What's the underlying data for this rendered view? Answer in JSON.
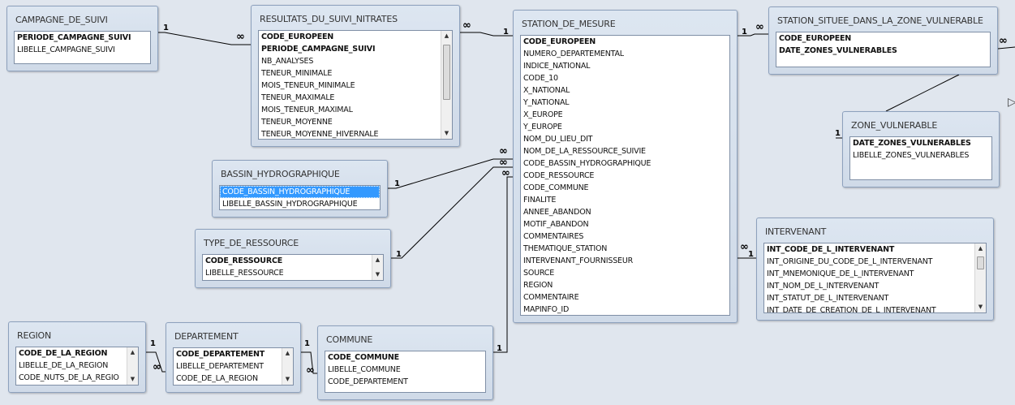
{
  "tables": {
    "campagne": {
      "title": "CAMPAGNE_DE_SUIVI",
      "fields": [
        {
          "name": "PERIODE_CAMPAGNE_SUIVI",
          "pk": true
        },
        {
          "name": "LIBELLE_CAMPAGNE_SUIVI",
          "pk": false
        }
      ]
    },
    "resultats": {
      "title": "RESULTATS_DU_SUIVI_NITRATES",
      "fields": [
        {
          "name": "CODE_EUROPEEN",
          "pk": true
        },
        {
          "name": "PERIODE_CAMPAGNE_SUIVI",
          "pk": true
        },
        {
          "name": "NB_ANALYSES",
          "pk": false
        },
        {
          "name": "TENEUR_MINIMALE",
          "pk": false
        },
        {
          "name": "MOIS_TENEUR_MINIMALE",
          "pk": false
        },
        {
          "name": "TENEUR_MAXIMALE",
          "pk": false
        },
        {
          "name": "MOIS_TENEUR_MAXIMAL",
          "pk": false
        },
        {
          "name": "TENEUR_MOYENNE",
          "pk": false
        },
        {
          "name": "TENEUR_MOYENNE_HIVERNALE",
          "pk": false
        }
      ]
    },
    "station": {
      "title": "STATION_DE_MESURE",
      "fields": [
        {
          "name": "CODE_EUROPEEN",
          "pk": true
        },
        {
          "name": "NUMERO_DEPARTEMENTAL",
          "pk": false
        },
        {
          "name": "INDICE_NATIONAL",
          "pk": false
        },
        {
          "name": "CODE_10",
          "pk": false
        },
        {
          "name": "X_NATIONAL",
          "pk": false
        },
        {
          "name": "Y_NATIONAL",
          "pk": false
        },
        {
          "name": "X_EUROPE",
          "pk": false
        },
        {
          "name": "Y_EUROPE",
          "pk": false
        },
        {
          "name": "NOM_DU_LIEU_DIT",
          "pk": false
        },
        {
          "name": "NOM_DE_LA_RESSOURCE_SUIVIE",
          "pk": false
        },
        {
          "name": "CODE_BASSIN_HYDROGRAPHIQUE",
          "pk": false
        },
        {
          "name": "CODE_RESSOURCE",
          "pk": false
        },
        {
          "name": "CODE_COMMUNE",
          "pk": false
        },
        {
          "name": "FINALITE",
          "pk": false
        },
        {
          "name": "ANNEE_ABANDON",
          "pk": false
        },
        {
          "name": "MOTIF_ABANDON",
          "pk": false
        },
        {
          "name": "COMMENTAIRES",
          "pk": false
        },
        {
          "name": "THEMATIQUE_STATION",
          "pk": false
        },
        {
          "name": "INTERVENANT_FOURNISSEUR",
          "pk": false
        },
        {
          "name": "SOURCE",
          "pk": false
        },
        {
          "name": "REGION",
          "pk": false
        },
        {
          "name": "COMMENTAIRE",
          "pk": false
        },
        {
          "name": "MAPINFO_ID",
          "pk": false
        }
      ]
    },
    "situee": {
      "title": "STATION_SITUEE_DANS_LA_ZONE_VULNERABLE",
      "fields": [
        {
          "name": "CODE_EUROPEEN",
          "pk": true
        },
        {
          "name": "DATE_ZONES_VULNERABLES",
          "pk": true
        }
      ]
    },
    "zone": {
      "title": "ZONE_VULNERABLE",
      "fields": [
        {
          "name": "DATE_ZONES_VULNERABLES",
          "pk": true
        },
        {
          "name": "LIBELLE_ZONES_VULNERABLES",
          "pk": false
        }
      ]
    },
    "bassin": {
      "title": "BASSIN_HYDROGRAPHIQUE",
      "fields": [
        {
          "name": "CODE_BASSIN_HYDROGRAPHIQUE",
          "pk": true,
          "selected": true
        },
        {
          "name": "LIBELLE_BASSIN_HYDROGRAPHIQUE",
          "pk": false
        }
      ]
    },
    "ressource": {
      "title": "TYPE_DE_RESSOURCE",
      "fields": [
        {
          "name": "CODE_RESSOURCE",
          "pk": true
        },
        {
          "name": "LIBELLE_RESSOURCE",
          "pk": false
        }
      ]
    },
    "intervenant": {
      "title": "INTERVENANT",
      "fields": [
        {
          "name": "INT_CODE_DE_L_INTERVENANT",
          "pk": true
        },
        {
          "name": "INT_ORIGINE_DU_CODE_DE_L_INTERVENANT",
          "pk": false
        },
        {
          "name": "INT_MNEMONIQUE_DE_L_INTERVENANT",
          "pk": false
        },
        {
          "name": "INT_NOM_DE_L_INTERVENANT",
          "pk": false
        },
        {
          "name": "INT_STATUT_DE_L_INTERVENANT",
          "pk": false
        },
        {
          "name": "INT_DATE_DE_CREATION_DE_L_INTERVENANT",
          "pk": false
        }
      ]
    },
    "region": {
      "title": "REGION",
      "fields": [
        {
          "name": "CODE_DE_LA_REGION",
          "pk": true
        },
        {
          "name": "LIBELLE_DE_LA_REGION",
          "pk": false
        },
        {
          "name": "CODE_NUTS_DE_LA_REGIO",
          "pk": false
        }
      ]
    },
    "departement": {
      "title": "DEPARTEMENT",
      "fields": [
        {
          "name": "CODE_DEPARTEMENT",
          "pk": true
        },
        {
          "name": "LIBELLE_DEPARTEMENT",
          "pk": false
        },
        {
          "name": "CODE_DE_LA_REGION",
          "pk": false
        }
      ]
    },
    "commune": {
      "title": "COMMUNE",
      "fields": [
        {
          "name": "CODE_COMMUNE",
          "pk": true
        },
        {
          "name": "LIBELLE_COMMUNE",
          "pk": false
        },
        {
          "name": "CODE_DEPARTEMENT",
          "pk": false
        }
      ]
    }
  },
  "cardinality": {
    "one": "1",
    "many": "∞"
  },
  "colors": {
    "selection": "#3399ff",
    "window": "#cfdae8",
    "line": "#000000"
  }
}
